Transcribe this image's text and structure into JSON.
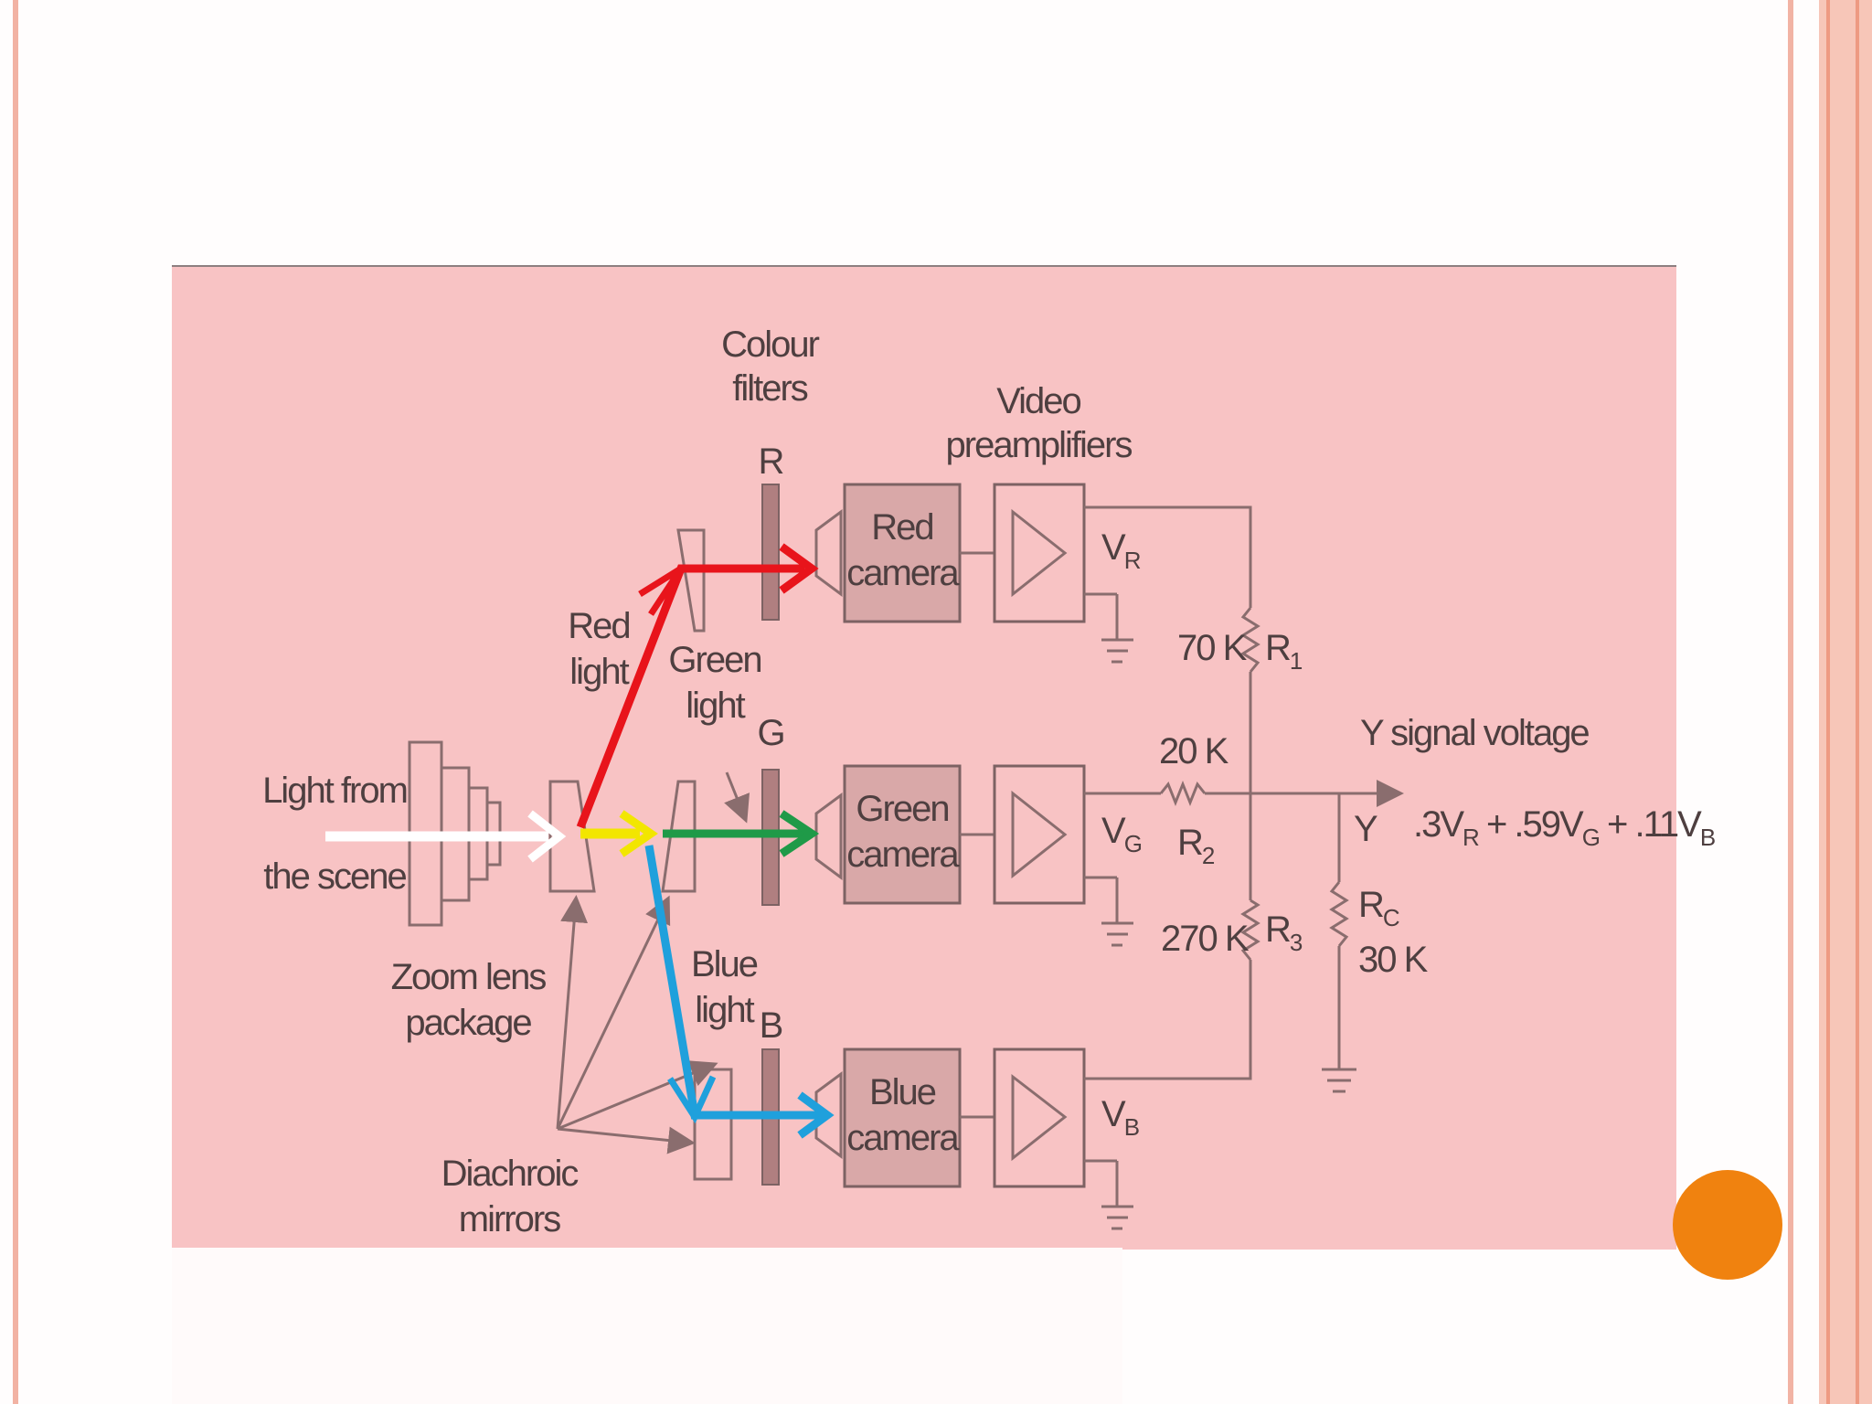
{
  "diagram": {
    "labels": {
      "colour_filters": [
        "Colour",
        "filters"
      ],
      "video_preamplifiers": [
        "Video",
        "preamplifiers"
      ],
      "filter_r": "R",
      "filter_g": "G",
      "filter_b": "B",
      "red_camera": [
        "Red",
        "camera"
      ],
      "green_camera": [
        "Green",
        "camera"
      ],
      "blue_camera": [
        "Blue",
        "camera"
      ],
      "red_light": [
        "Red",
        "light"
      ],
      "green_light": [
        "Green",
        "light"
      ],
      "blue_light": [
        "Blue",
        "light"
      ],
      "light_from_scene": [
        "Light from",
        "the scene"
      ],
      "zoom_lens": [
        "Zoom lens",
        "package"
      ],
      "dichroic_mirrors": [
        "Diachroic",
        "mirrors"
      ],
      "vr": "V",
      "vr_sub": "R",
      "vg": "V",
      "vg_sub": "G",
      "vb": "V",
      "vb_sub": "B",
      "r1_value": "70 K",
      "r1": "R",
      "r1_sub": "1",
      "r2_value": "20 K",
      "r2": "R",
      "r2_sub": "2",
      "r3_value": "270 K",
      "r3": "R",
      "r3_sub": "3",
      "rc": "R",
      "rc_sub": "C",
      "rc_value": "30 K",
      "y_signal": "Y signal voltage",
      "y": "Y",
      "y_eq_1": ".3V",
      "y_eq_1_sub": "R",
      "y_eq_2": " + .59V",
      "y_eq_2_sub": "G",
      "y_eq_3": " + .11V",
      "y_eq_3_sub": "B"
    },
    "colors": {
      "red_beam": "#e8141b",
      "green_beam": "#1f9a48",
      "blue_beam": "#1fa0dc",
      "yellow_beam": "#f2e600",
      "white_beam": "#ffffff",
      "accent_dot": "#f0820f"
    }
  }
}
